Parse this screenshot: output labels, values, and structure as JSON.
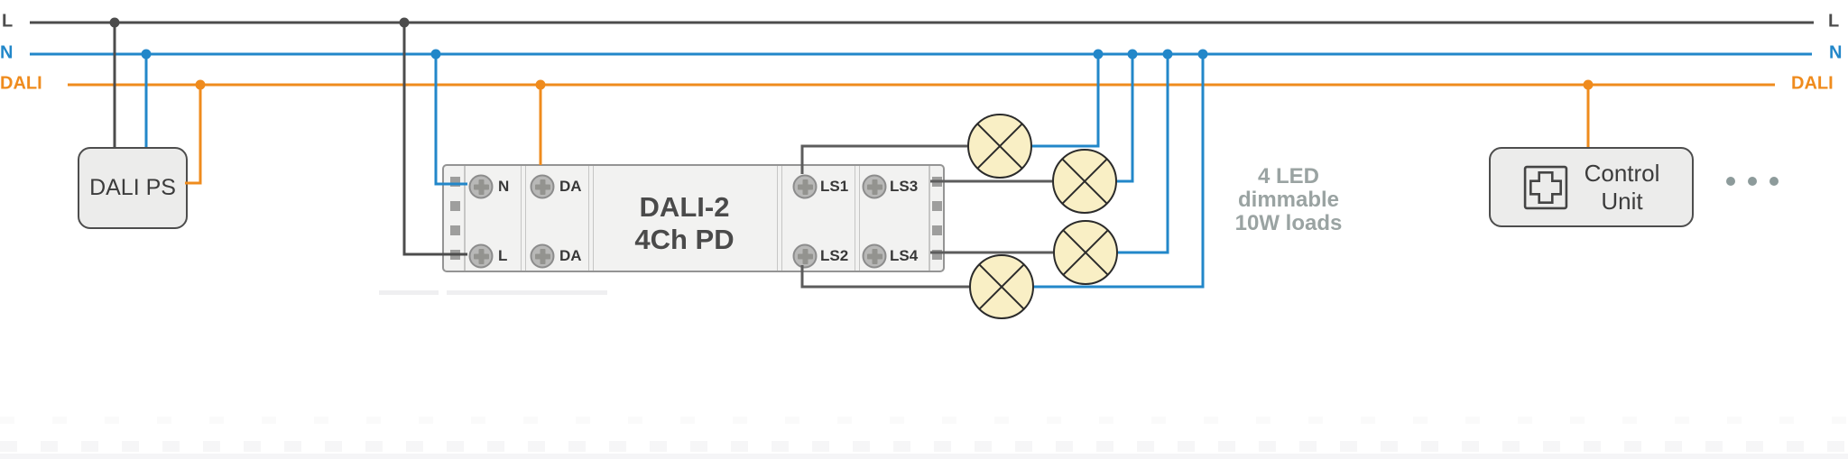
{
  "bus_lines": {
    "l": {
      "label": "L",
      "color": "#4c4c4c"
    },
    "n": {
      "label": "N",
      "color": "#2287c9"
    },
    "dali": {
      "label": "DALI",
      "color": "#ef8b1d"
    }
  },
  "dali_ps": {
    "label": "DALI PS"
  },
  "device": {
    "title_line1": "DALI-2",
    "title_line2": "4Ch PD",
    "terminals_top": [
      "N",
      "DA",
      "LS1",
      "LS3"
    ],
    "terminals_bottom": [
      "L",
      "DA",
      "LS2",
      "LS4"
    ]
  },
  "loads_note": {
    "line1": "4 LED",
    "line2": "dimmable",
    "line3": "10W loads"
  },
  "control_unit": {
    "line1": "Control",
    "line2": "Unit"
  },
  "lamps": {
    "count": 4,
    "fill": "#f9efc5"
  },
  "colors": {
    "line_l": "#4c4c4c",
    "line_n": "#2287c9",
    "line_dali": "#ef8b1d",
    "load_wire": "#5c5c5c",
    "note_text": "#9aa3a2",
    "box_fill": "#ececeb",
    "device_fill": "#f2f2f1"
  }
}
